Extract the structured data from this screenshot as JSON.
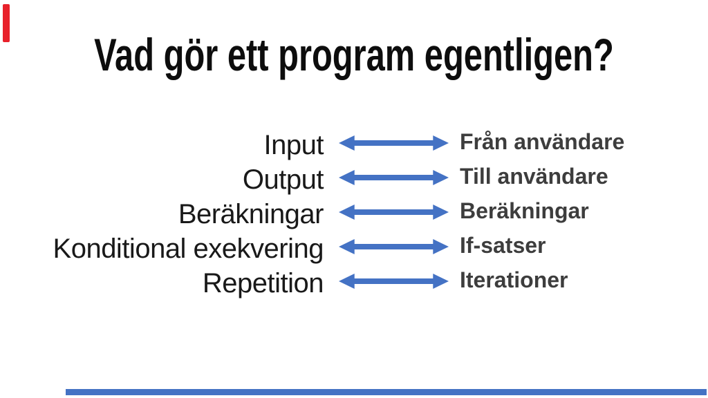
{
  "slide": {
    "title": "Vad gör ett program egentligen?",
    "mapping_rows": [
      {
        "left": "Input",
        "right": "Från användare"
      },
      {
        "left": "Output",
        "right": "Till användare"
      },
      {
        "left": "Beräkningar",
        "right": "Beräkningar"
      },
      {
        "left": "Konditional exekvering",
        "right": "If-satser"
      },
      {
        "left": "Repetition",
        "right": "Iterationer"
      }
    ]
  },
  "icons": {
    "row_connector": "double-arrow-icon"
  },
  "colors": {
    "background": "#ffffff",
    "title_text": "#0d0d0d",
    "left_text": "#191919",
    "right_text": "#3d3d3d",
    "arrow_blue": "#4472c4",
    "progress_blue": "#4472c4",
    "marker_red": "#e8212b"
  }
}
